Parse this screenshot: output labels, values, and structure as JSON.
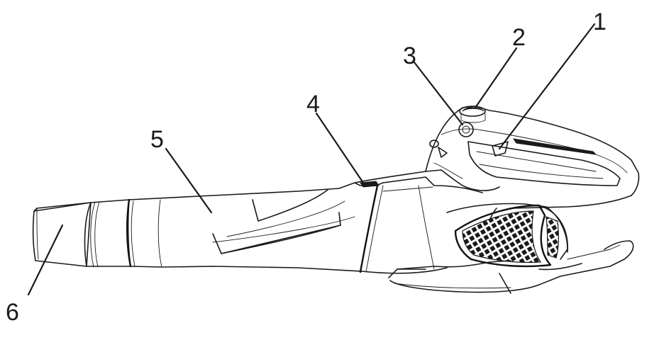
{
  "diagram": {
    "subject": "leaf-blower",
    "callouts": [
      {
        "id": "1",
        "label": "1"
      },
      {
        "id": "2",
        "label": "2"
      },
      {
        "id": "3",
        "label": "3"
      },
      {
        "id": "4",
        "label": "4"
      },
      {
        "id": "5",
        "label": "5"
      },
      {
        "id": "6",
        "label": "6"
      }
    ]
  }
}
